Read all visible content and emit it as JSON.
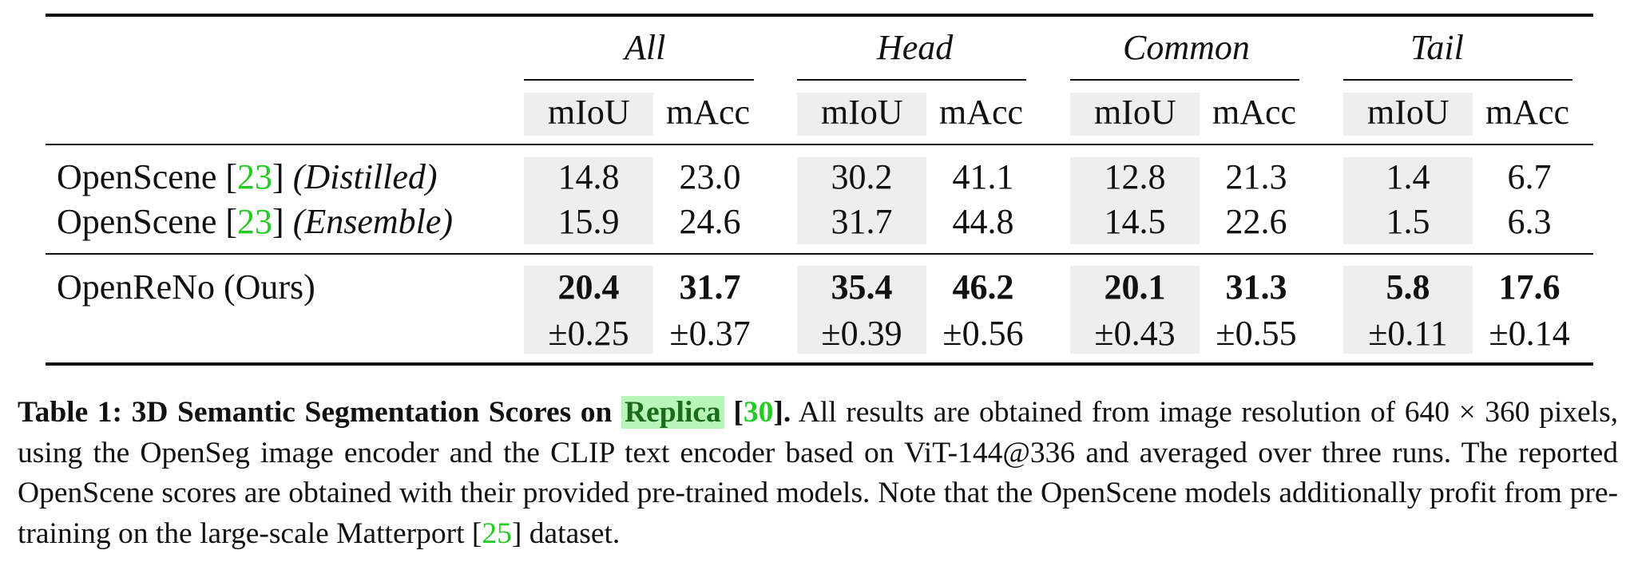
{
  "table": {
    "groups": [
      "All",
      "Head",
      "Common",
      "Tail"
    ],
    "metrics": [
      "mIoU",
      "mAcc"
    ],
    "rows": [
      {
        "name": "OpenScene",
        "cite": "23",
        "variant": "(Distilled)",
        "values": [
          "14.8",
          "23.0",
          "30.2",
          "41.1",
          "12.8",
          "21.3",
          "1.4",
          "6.7"
        ]
      },
      {
        "name": "OpenScene",
        "cite": "23",
        "variant": "(Ensemble)",
        "values": [
          "15.9",
          "24.6",
          "31.7",
          "44.8",
          "14.5",
          "22.6",
          "1.5",
          "6.3"
        ]
      }
    ],
    "ours": {
      "name": "OpenReNo (Ours)",
      "values": [
        "20.4",
        "31.7",
        "35.4",
        "46.2",
        "20.1",
        "31.3",
        "5.8",
        "17.6"
      ],
      "std": [
        "±0.25",
        "±0.37",
        "±0.39",
        "±0.56",
        "±0.43",
        "±0.55",
        "±0.11",
        "±0.14"
      ]
    }
  },
  "caption": {
    "label": "Table 1: 3D Semantic Segmentation Scores on",
    "dataset": "Replica",
    "cite": "30",
    "line1_tail": "All results are obtained from image resolution of",
    "line2": "640 × 360 pixels, using the OpenSeg image encoder and the CLIP text encoder based on ViT-144@336 and",
    "line3": "averaged over three runs. The reported OpenScene scores are obtained with their provided pre-trained models.",
    "line4_pre": "Note that the OpenScene models additionally profit from pre-training on the large-scale Matterport",
    "line4_cite": "25",
    "line4_post": "dataset."
  },
  "colors": {
    "cite": "#22cc22",
    "highlight_bg": "#b8f5b8",
    "shade": "#eeeeee"
  }
}
